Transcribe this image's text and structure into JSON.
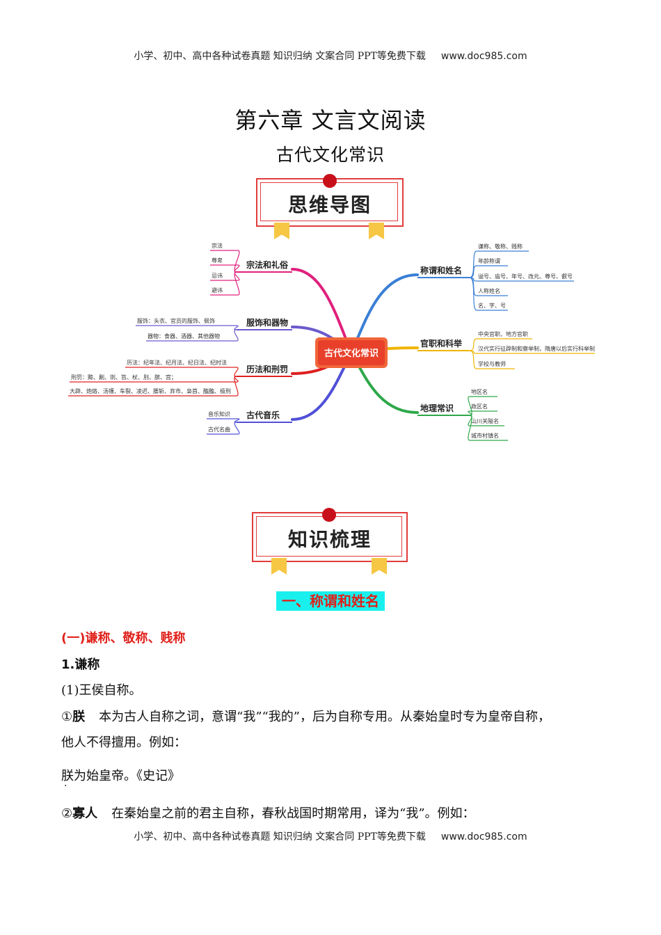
{
  "header": {
    "text": "小学、初中、高中各种试卷真题  知识归纳  文案合同  PPT等免费下载",
    "url": "www.doc985.com"
  },
  "title": "第六章 文言文阅读",
  "subtitle": "古代文化常识",
  "banner1": "思维导图",
  "banner2": "知识梳理",
  "mindmap": {
    "center": "古代文化常识",
    "left": [
      {
        "name": "宗法和礼俗",
        "color": "#e0207c",
        "items": [
          "宗法",
          "尊卑",
          "忌讳",
          "避讳"
        ]
      },
      {
        "name": "服饰和器物",
        "color": "#6a5acd",
        "items": [
          "服饰：头衣、官员的服饰、佩饰",
          "器物：食器、酒器、其他器物"
        ]
      },
      {
        "name": "历法和刑罚",
        "color": "#e02020",
        "items": [
          "历法：纪年法、纪月法、纪日法、纪时法",
          "刑罚：黥、劓、剕、笞、杖、刖、膑、宫；",
          "大辟、炮烙、汤镬、车裂、凌迟、腰斩、弃市、枭首、醢醢、极刑"
        ]
      },
      {
        "name": "古代音乐",
        "color": "#5050d8",
        "items": [
          "音乐知识",
          "古代名曲"
        ]
      }
    ],
    "right": [
      {
        "name": "称谓和姓名",
        "color": "#3a7fd5",
        "items": [
          "谦称、敬称、贱称",
          "年龄称谓",
          "谥号、庙号、年号、改元、尊号、叡号",
          "人称姓名",
          "名、字、号"
        ]
      },
      {
        "name": "官职和科举",
        "color": "#f0b400",
        "items": [
          "中央官职、地方官职",
          "汉代实行征辟制和察举制，隋唐以后实行科举制",
          "学校与教师"
        ]
      },
      {
        "name": "地理常识",
        "color": "#2ea84a",
        "items": [
          "地区名",
          "政区名",
          "山川关隘名",
          "城市村镇名"
        ]
      }
    ]
  },
  "section": {
    "title": "一、称谓和姓名",
    "sub": "(一)谦称、敬称、贱称",
    "h1": "1.谦称",
    "p1": "(1)王侯自称。",
    "item1_num": "①",
    "item1_term": "朕",
    "item1_text_a": "本为古人自称之词，意谓“我”“我的”，后为自称专用。从秦始皇时专为皇帝自称，",
    "item1_text_b": "他人不得擅用。例如：",
    "example1_key": "朕",
    "example1_rest": "为始皇帝。《史记》",
    "item2_num": "②",
    "item2_term": "寡人",
    "item2_text": "在秦始皇之前的君主自称，春秋战国时期常用，译为“我”。例如："
  }
}
